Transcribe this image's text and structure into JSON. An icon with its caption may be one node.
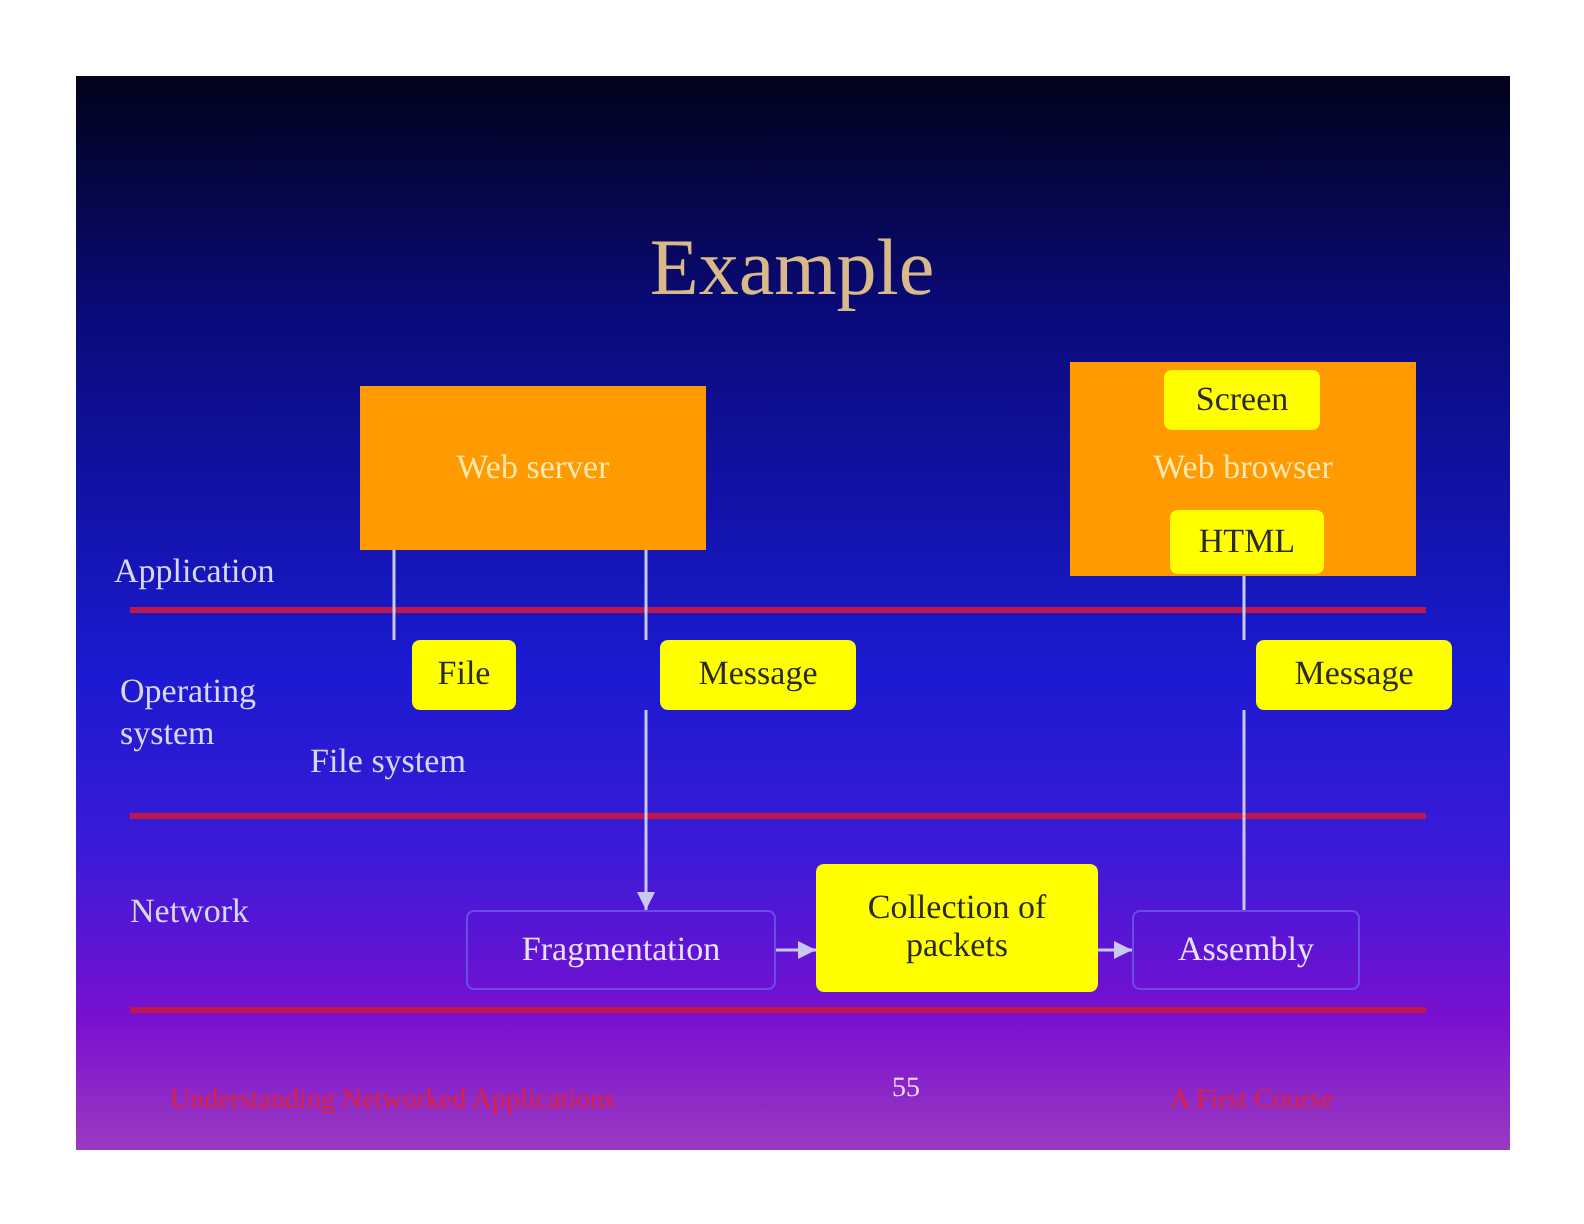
{
  "diagram": {
    "title": "Example",
    "nodes": [
      {
        "text": [
          "Web server"
        ]
      },
      {
        "text": [
          "Web browser"
        ]
      },
      {
        "text": [
          "Screen"
        ],
        "in": 1
      },
      {
        "text": [
          "HTML"
        ],
        "in": 1
      },
      {
        "text": [
          "File"
        ]
      },
      {
        "text": [
          "Message"
        ]
      },
      {
        "text": [
          "Message"
        ]
      },
      {
        "text": [
          "Fragmentation"
        ]
      },
      {
        "text": [
          "Collection of packets"
        ]
      },
      {
        "text": [
          "Assembly"
        ]
      }
    ],
    "edges": [
      {
        "from": 0,
        "to": 4,
        "arrow": "none"
      },
      {
        "from": 0,
        "to": 5,
        "arrow": "none"
      },
      {
        "from": 5,
        "to": 7,
        "arrow": "to"
      },
      {
        "from": 3,
        "to": 6,
        "arrow": "none"
      },
      {
        "from": 6,
        "to": 9,
        "arrow": "none"
      },
      {
        "from": 7,
        "to": 8,
        "arrow": "to"
      },
      {
        "from": 8,
        "to": 9,
        "arrow": "to"
      }
    ],
    "labels": [
      "Application",
      "Operating system",
      "File system",
      "Network",
      "Understanding Networked Applications",
      "55",
      "A First Course"
    ]
  }
}
